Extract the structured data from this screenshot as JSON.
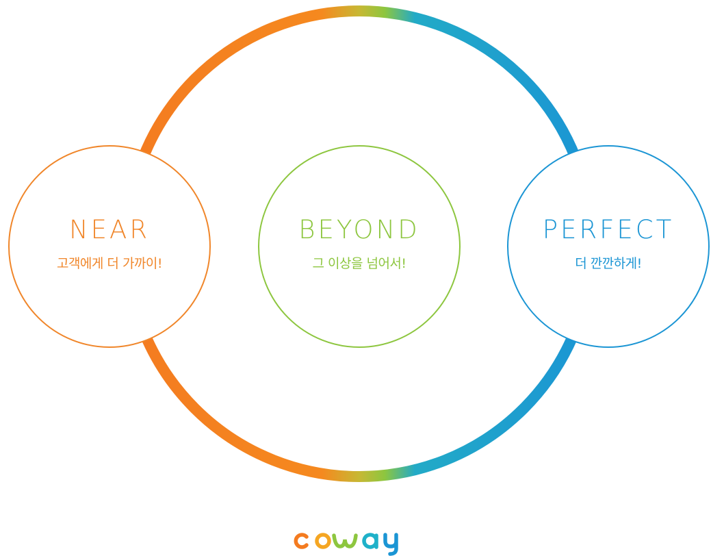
{
  "colors": {
    "orange": "#f47b20",
    "green": "#8dc63f",
    "blue": "#1b95d4",
    "gradient_mid": "#d4a92a"
  },
  "values": [
    {
      "id": "near",
      "title": "NEAR",
      "slogan": "고객에게 더 가까이!",
      "color": "#f0862a"
    },
    {
      "id": "beyond",
      "title": "BEYOND",
      "slogan": "그 이상을 넘어서!",
      "color": "#8dc63f"
    },
    {
      "id": "perfect",
      "title": "PERFECT",
      "slogan": "더 깐깐하게!",
      "color": "#1b95d4"
    }
  ],
  "logo": {
    "text": "coway"
  }
}
